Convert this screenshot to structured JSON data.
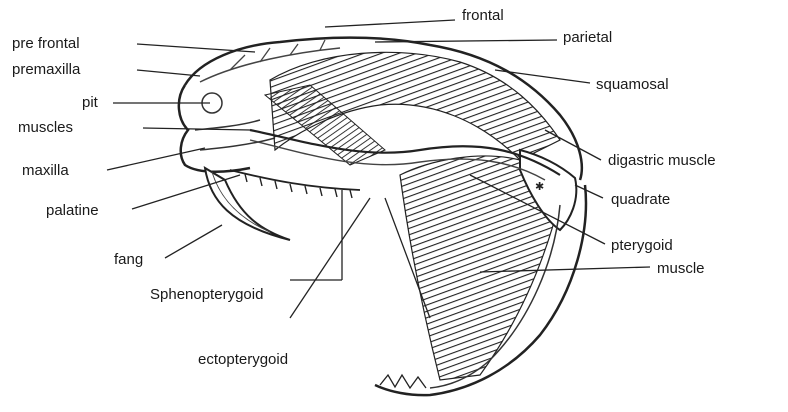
{
  "labels": {
    "frontal": "frontal",
    "parietal": "parietal",
    "pre_frontal": "pre frontal",
    "premaxilla": "premaxilla",
    "pit": "pit",
    "muscles": "muscles",
    "squamosal": "squamosal",
    "maxilla": "maxilla",
    "palatine": "palatine",
    "digastric_muscle": "digastric muscle",
    "quadrate": "quadrate",
    "fang": "fang",
    "pterygoid": "pterygoid",
    "muscle": "muscle",
    "sphenopterygoid": "Sphenopterygoid",
    "ectopterygoid": "ectopterygoid"
  },
  "colors": {
    "ink": "#1a1a1a",
    "background": "#ffffff"
  }
}
